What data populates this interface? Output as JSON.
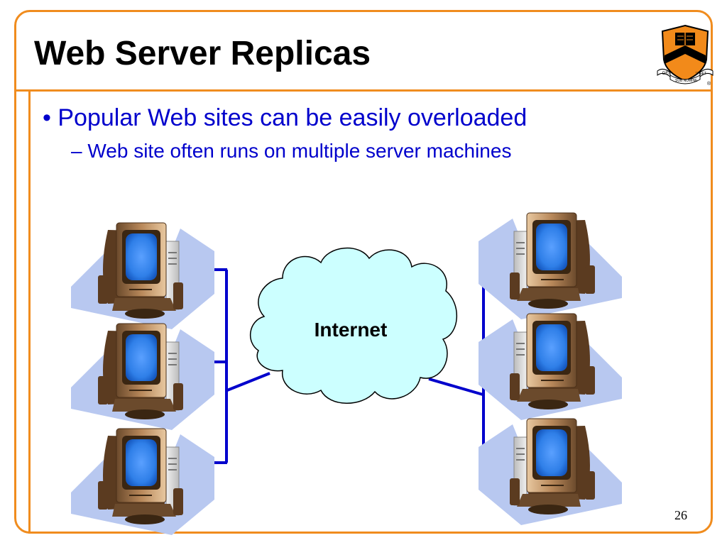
{
  "slide": {
    "title": "Web Server Replicas",
    "bullets": [
      {
        "marker": "•",
        "text": "Popular Web sites can be easily overloaded"
      },
      {
        "marker": "–",
        "text": "Web site often runs on multiple server machines"
      }
    ],
    "page_number": "26"
  },
  "diagram": {
    "cloud_label": "Internet",
    "left_computers": 3,
    "right_computers": 3
  },
  "logo": {
    "motto_left": "DEI",
    "motto_right": "SUB NUMINE VIGET",
    "mark": "®"
  },
  "colors": {
    "accent": "#f08c1e",
    "text_blue": "#0000cc",
    "link_blue": "#0000cc",
    "cloud_fill": "#ccffff",
    "shadow_blue": "#b8c8f0"
  }
}
